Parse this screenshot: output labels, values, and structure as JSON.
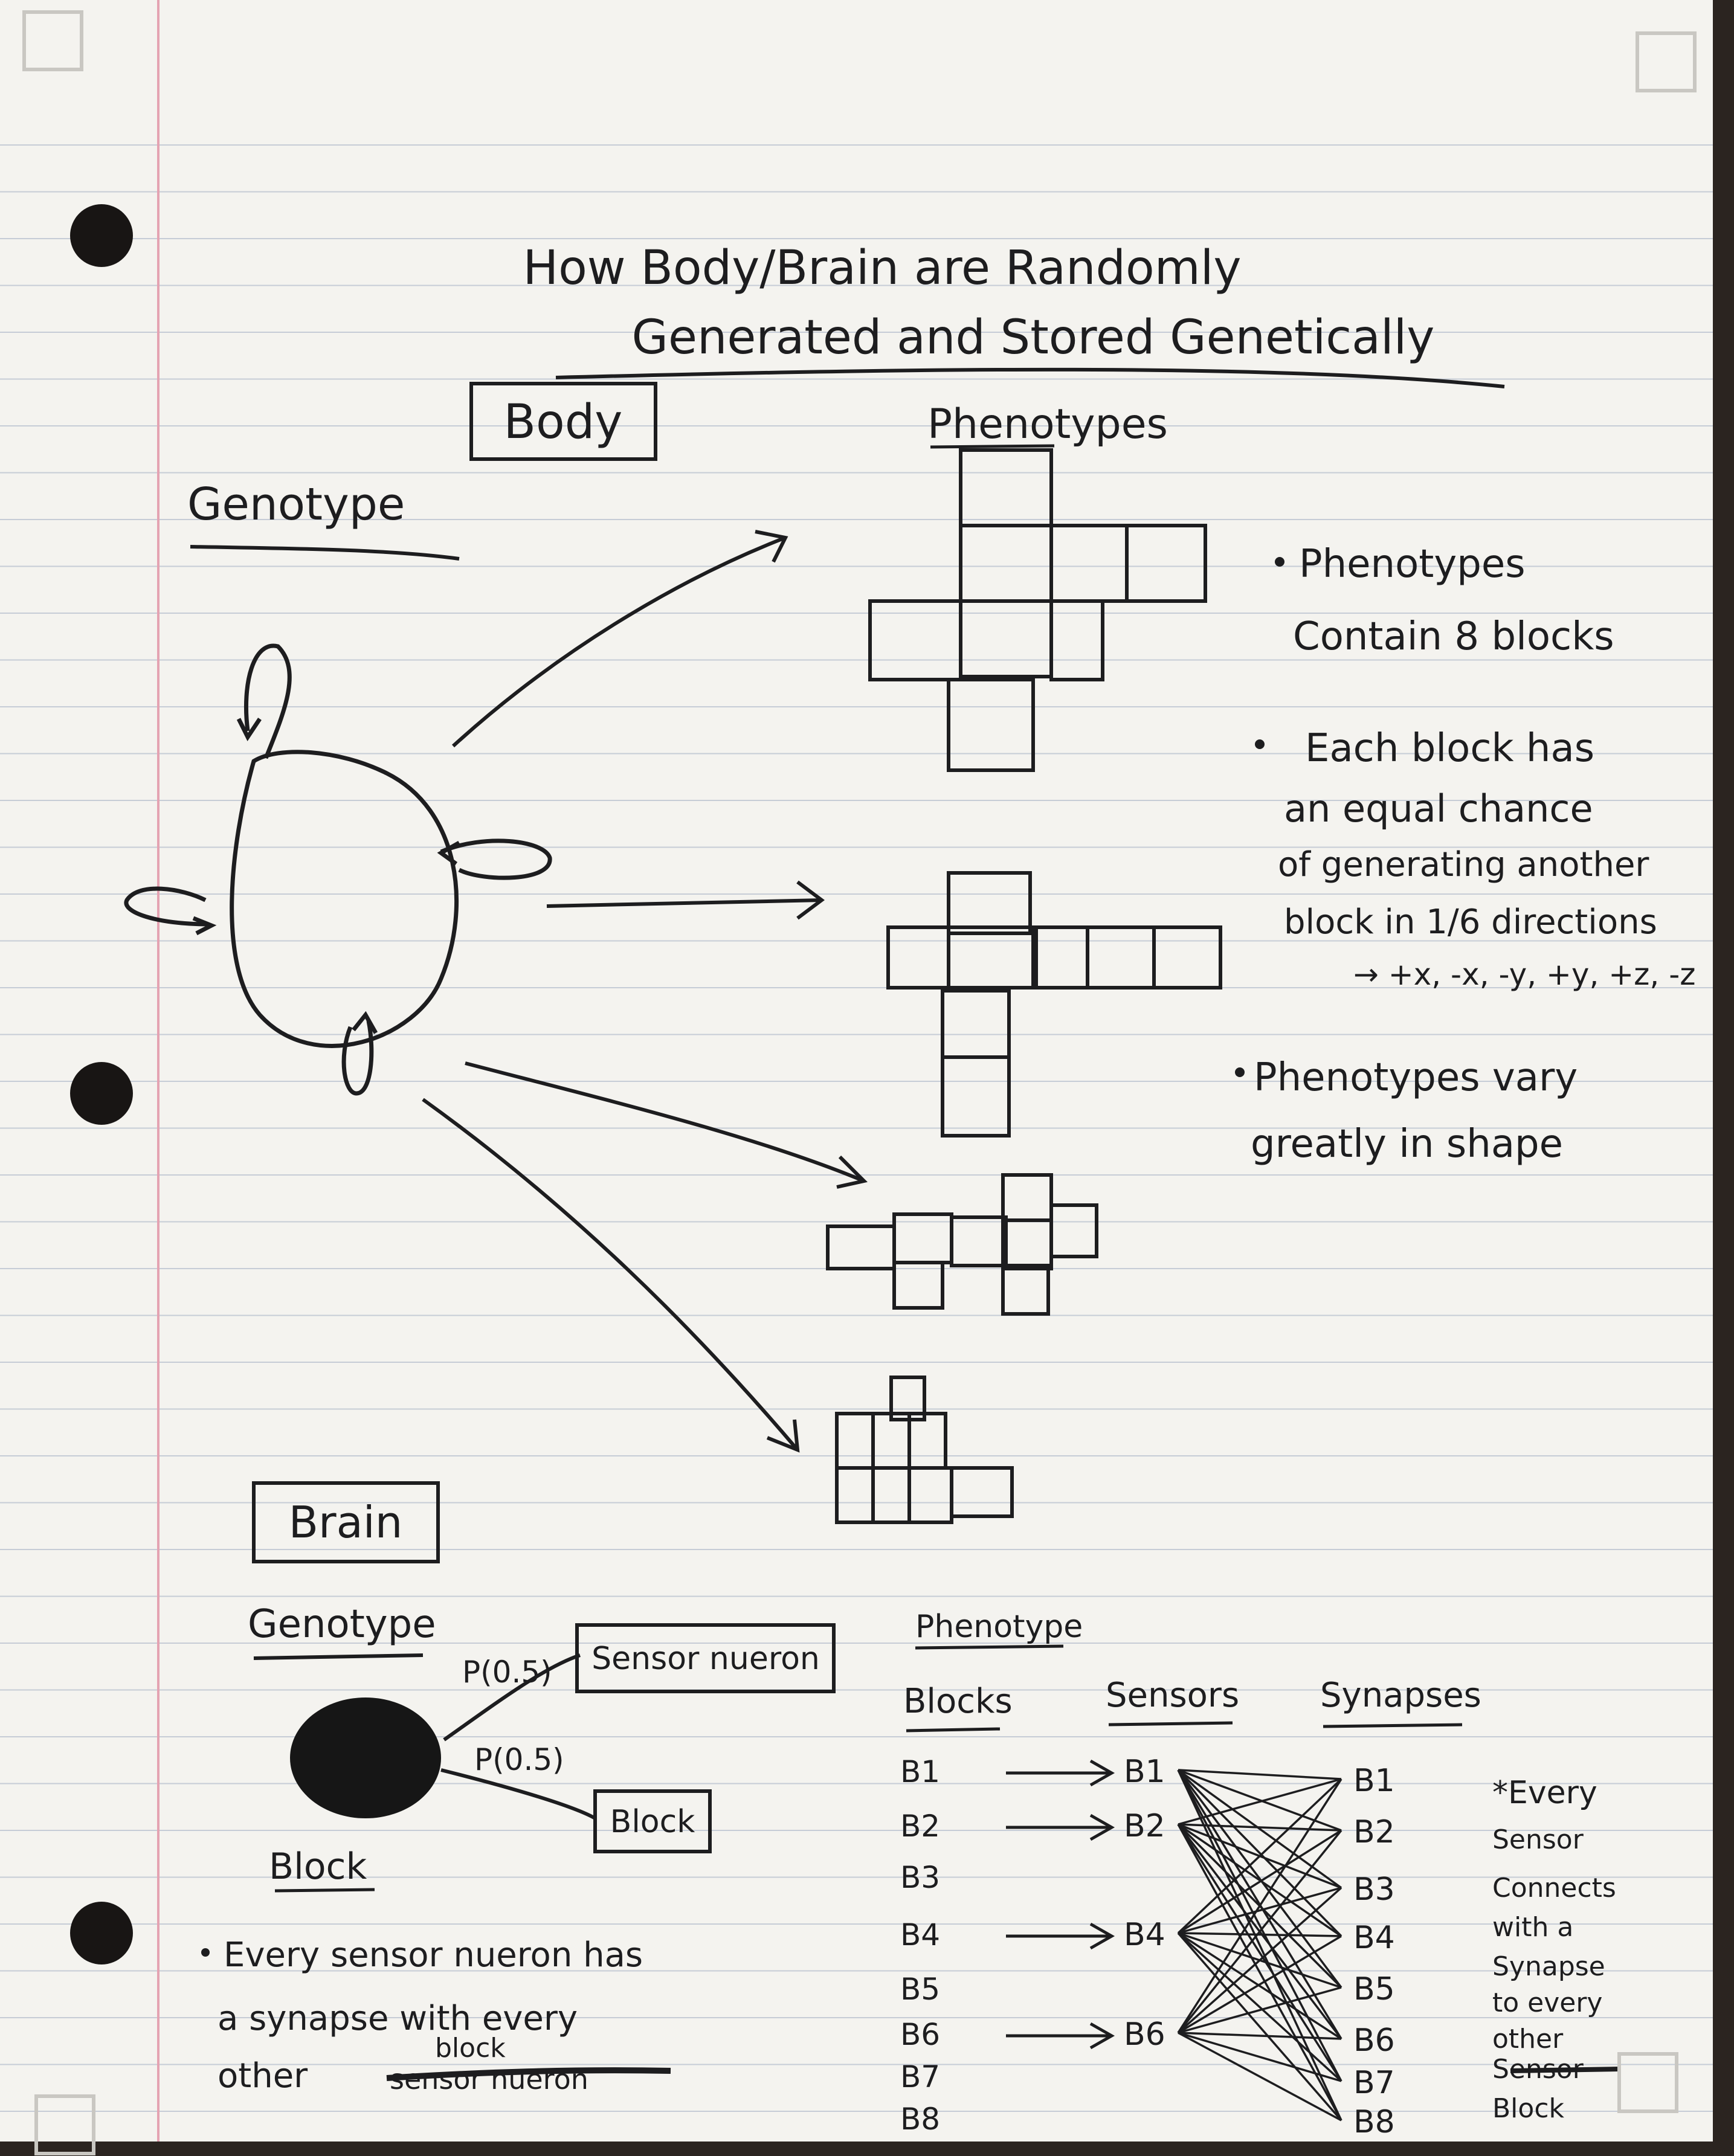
{
  "title": {
    "line1": "How Body/Brain are Randomly",
    "line2": "Generated and Stored Genetically"
  },
  "body_section": {
    "heading": "Body",
    "genotype_label": "Genotype",
    "phenotypes_label": "Phenotypes",
    "notes": [
      "Phenotypes",
      "Contain 8 blocks",
      "Each block has",
      "an equal chance",
      "of generating another",
      "block in 1/6 directions",
      "→ +x, -x, -y, +y, +z, -z",
      "Phenotypes vary",
      "greatly in shape"
    ]
  },
  "brain_section": {
    "heading": "Brain",
    "genotype_label": "Genotype",
    "block_label": "Block",
    "prob_sensor": "P(0.5)",
    "prob_block": "P(0.5)",
    "sensor_box": "Sensor nueron",
    "block_box": "Block",
    "note_lines": [
      "Every sensor nueron has",
      "a synapse with every",
      "other",
      "block"
    ],
    "struck_text": "sensor nueron",
    "phenotype_label": "Phenotype",
    "columns": {
      "blocks": "Blocks",
      "sensors": "Sensors",
      "synapses": "Synapses"
    },
    "blocks": [
      "B1",
      "B2",
      "B3",
      "B4",
      "B5",
      "B6",
      "B7",
      "B8"
    ],
    "sensors": [
      "B1",
      "B2",
      "B4",
      "B6"
    ],
    "synapse_targets": [
      "B1",
      "B2",
      "B3",
      "B4",
      "B5",
      "B6",
      "B7",
      "B8"
    ],
    "side_note": [
      "*Every",
      "Sensor",
      "Connects",
      "with a",
      "Synapse",
      "to every",
      "other",
      "Sensor",
      "Block"
    ]
  }
}
